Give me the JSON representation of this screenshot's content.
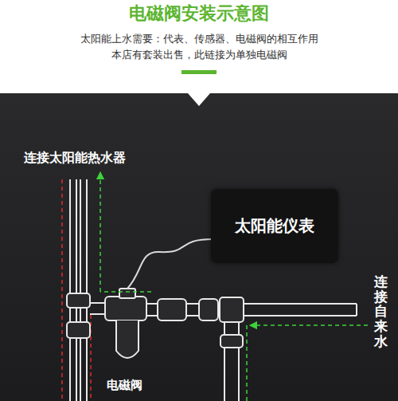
{
  "diagram": {
    "title": "电磁阀安装示意图",
    "nodes": [
      {
        "text": [
          "太阳能仪表"
        ]
      }
    ],
    "labels": [
      "太阳能上水需要：代表、传感器、电磁阀的相互作用",
      "本店有套装出售，此链接为单独电磁阀",
      "连接太阳能热水器",
      "连接自来水",
      "电磁阀"
    ]
  }
}
